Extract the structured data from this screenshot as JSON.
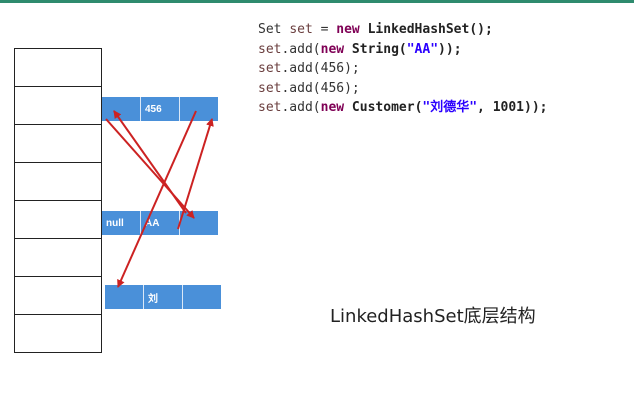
{
  "diagram": {
    "caption": "LinkedHashSet底层结构",
    "nodes": [
      {
        "name": "node-456",
        "cells": [
          "",
          "456",
          ""
        ]
      },
      {
        "name": "node-aa",
        "cells": [
          "null",
          "AA",
          ""
        ]
      },
      {
        "name": "node-liu",
        "cells": [
          "",
          "刘",
          ""
        ]
      }
    ],
    "array_slot_count": 8,
    "arrow_color": "#cc2222",
    "node_color": "#4a90d9"
  },
  "code": {
    "line1": {
      "a": "Set ",
      "b": "set",
      "c": " = ",
      "d": "new",
      "e": " LinkedHashSet",
      "f": "();"
    },
    "line2": {
      "a": "set",
      "b": ".add(",
      "c": "new",
      "d": " String",
      "e": "(",
      "f": "\"AA\"",
      "g": "));"
    },
    "line3": {
      "a": "set",
      "b": ".add(456);"
    },
    "line4": {
      "a": "set",
      "b": ".add(456);"
    },
    "line5": {
      "a": "set",
      "b": ".add(",
      "c": "new",
      "d": " Customer",
      "e": "(",
      "f": "\"刘德华\"",
      "g": ", 1001));"
    }
  }
}
